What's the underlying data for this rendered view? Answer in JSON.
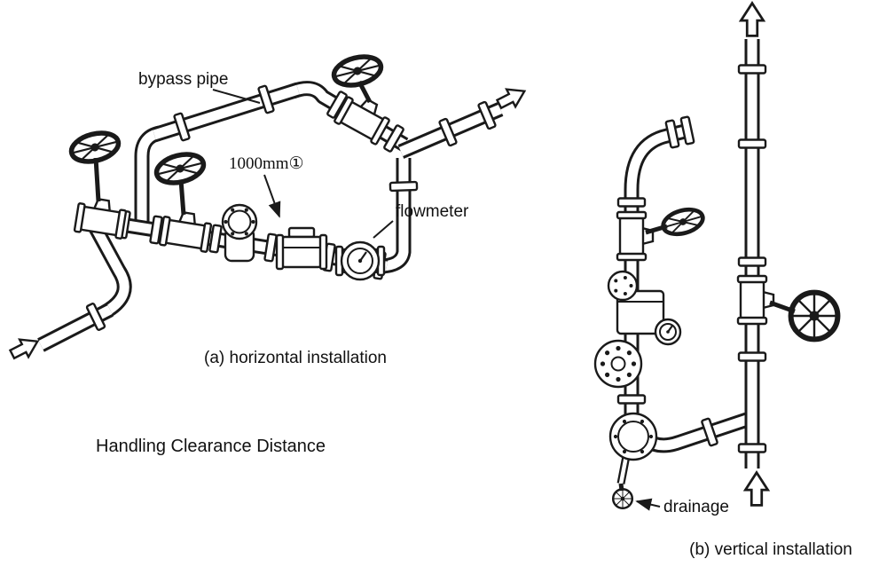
{
  "colors": {
    "background": "#ffffff",
    "ink": "#1a1a1a"
  },
  "figure": {
    "heading": "Handling Clearance Distance",
    "diagram_a": {
      "caption": "(a) horizontal installation",
      "labels": {
        "bypass_pipe": "bypass pipe",
        "clearance_dimension": "1000mm①",
        "flowmeter": "flowmeter"
      }
    },
    "diagram_b": {
      "caption": "(b) vertical installation",
      "labels": {
        "drainage": "drainage"
      }
    }
  }
}
